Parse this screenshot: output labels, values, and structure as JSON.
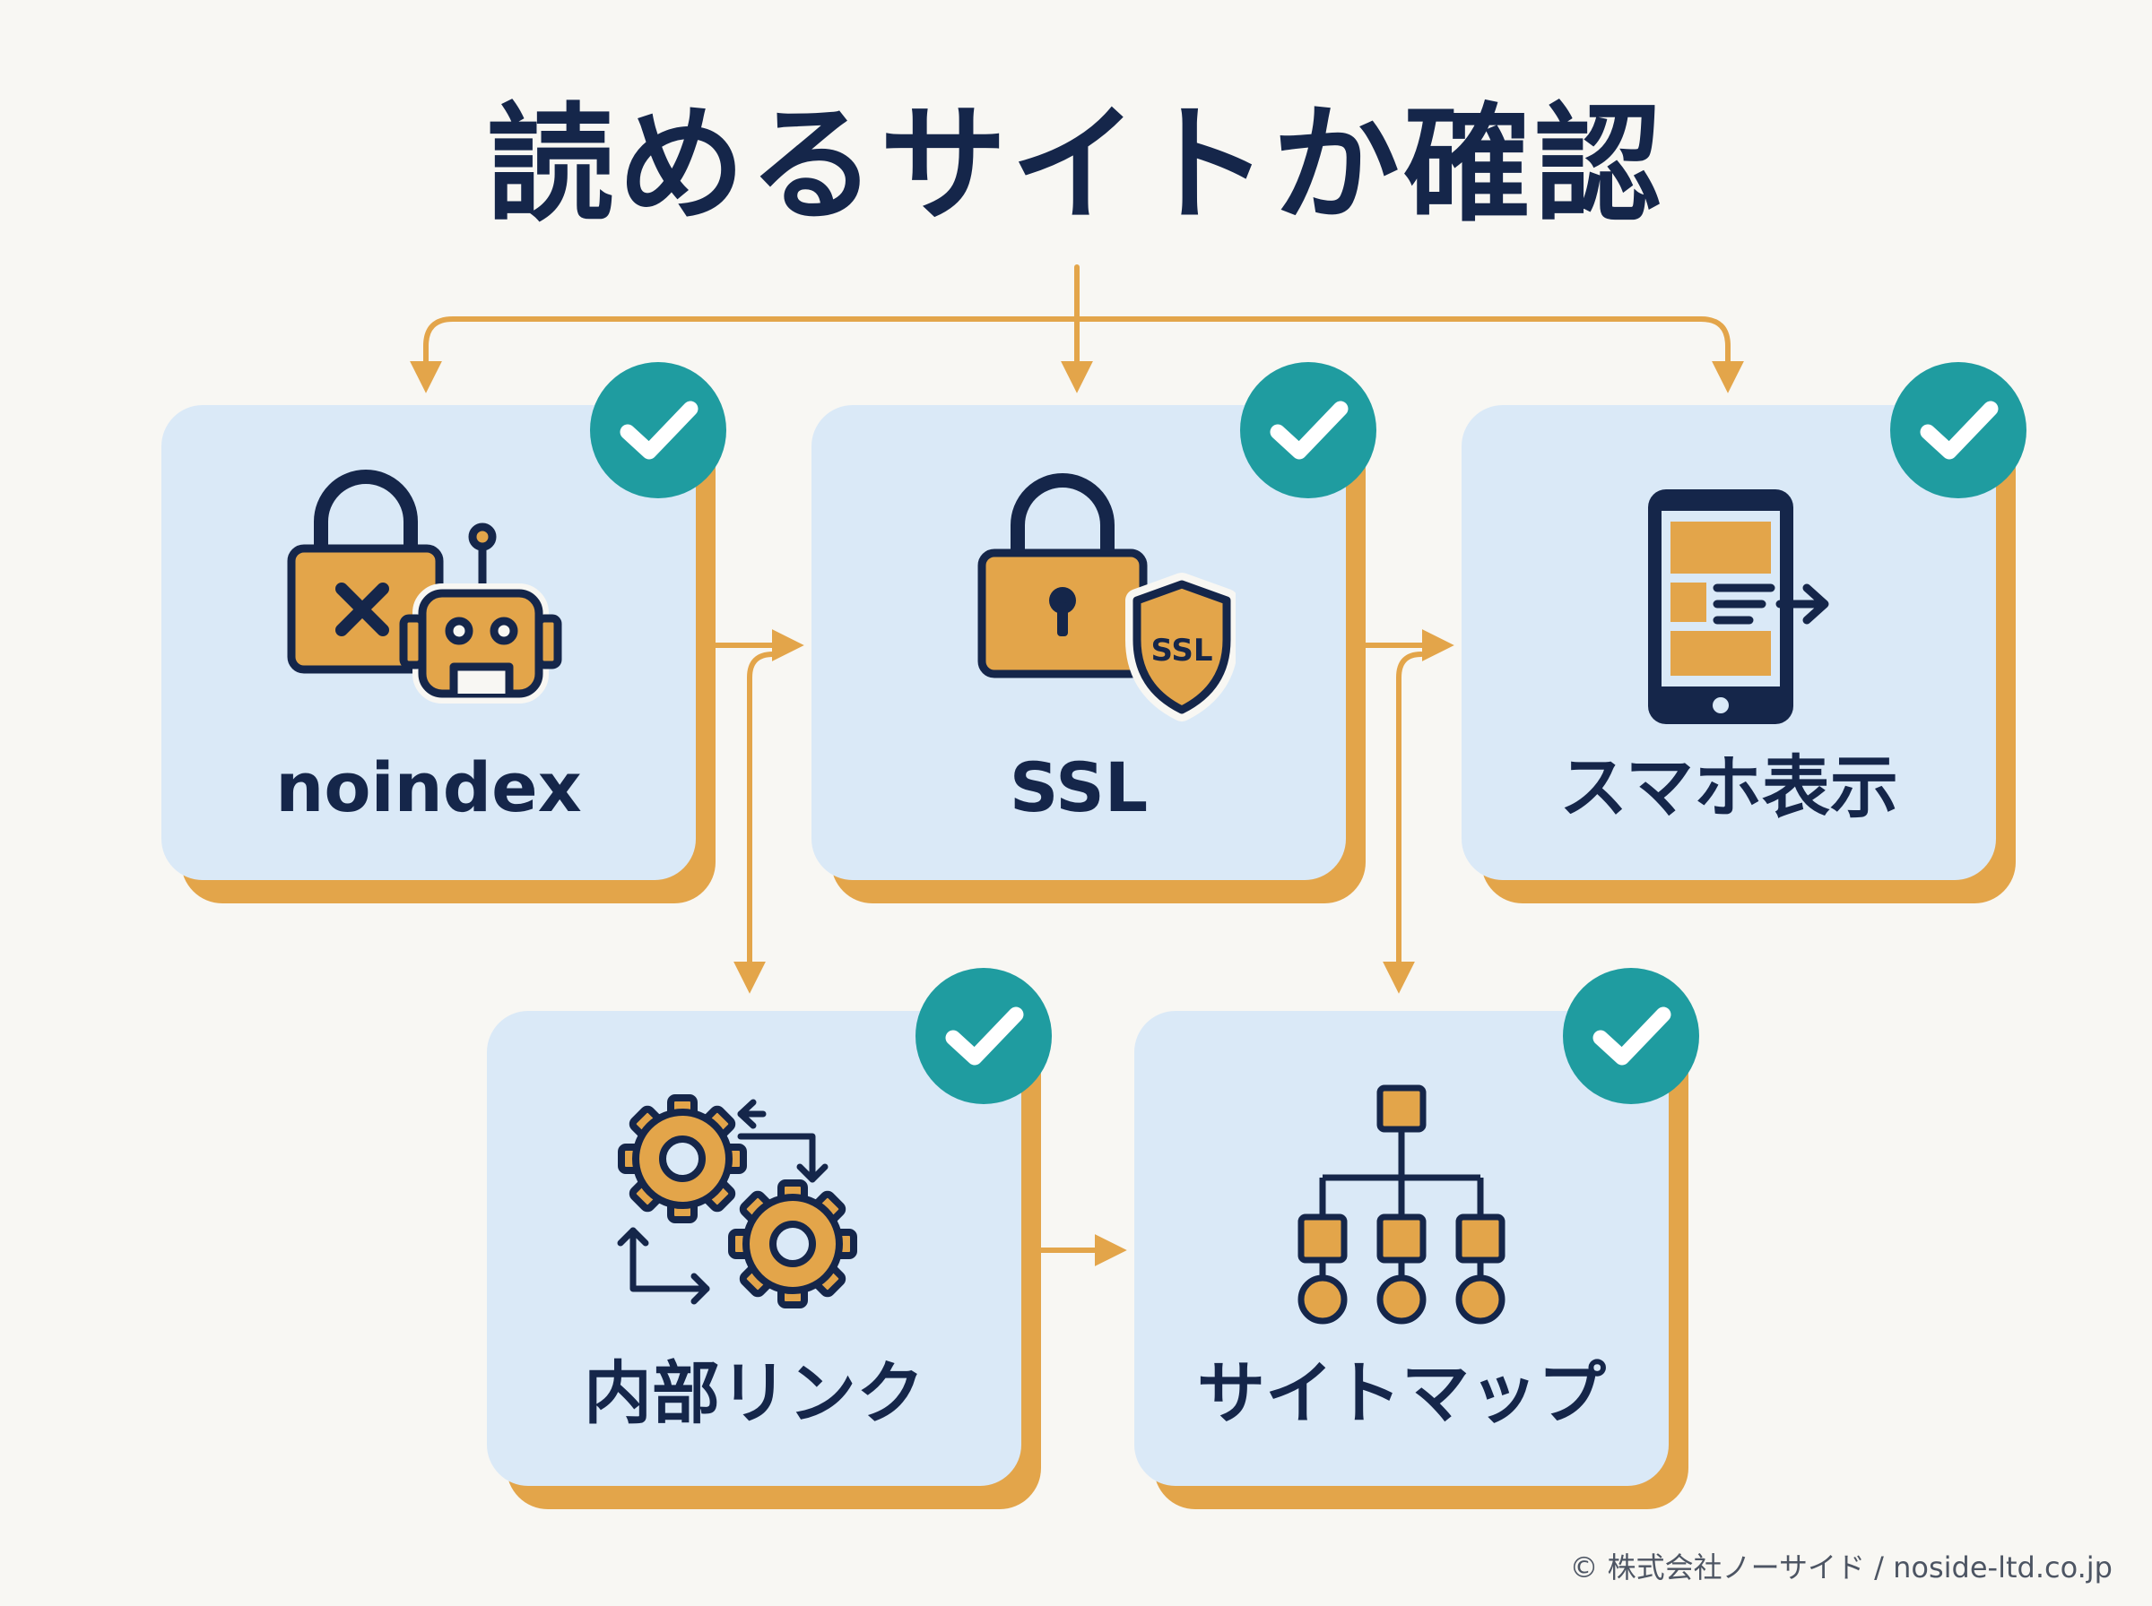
{
  "title": "読めるサイトか確認",
  "colors": {
    "background": "#f8f7f3",
    "card": "#dae9f7",
    "card_shadow": "#e3a54a",
    "accent_orange": "#e3a54a",
    "navy": "#15264a",
    "check_teal": "#1f9ca0"
  },
  "cards": [
    {
      "label": "noindex",
      "icon": "padlock-robot-icon"
    },
    {
      "label": "SSL",
      "icon": "padlock-ssl-shield-icon"
    },
    {
      "label": "スマホ表示",
      "icon": "smartphone-icon"
    },
    {
      "label": "内部リンク",
      "icon": "gears-arrows-icon"
    },
    {
      "label": "サイトマップ",
      "icon": "sitemap-tree-icon"
    }
  ],
  "icon_text": {
    "ssl_badge": "SSL"
  },
  "copyright": "© 株式会社ノーサイド / noside-ltd.co.jp"
}
